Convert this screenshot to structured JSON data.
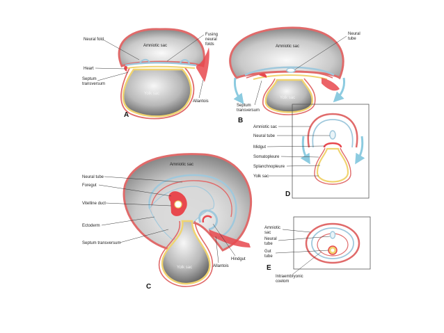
{
  "panel_a": {
    "letter": "A",
    "neural_fold": "Neural fold",
    "amniotic_sac": "Amniotic sac",
    "fusing_neural_folds": [
      "Fusing",
      "neural",
      "folds"
    ],
    "heart": "Heart",
    "septum_transversum": [
      "Septum",
      "transversum"
    ],
    "yolk_sac": "Yolk sac",
    "allantois": "Allantois"
  },
  "panel_b": {
    "letter": "B",
    "amniotic_sac": "Amniotic sac",
    "neural_tube": [
      "Neural",
      "tube"
    ],
    "yolk_sac": "Yolk sac",
    "septum_transversum": [
      "Septum",
      "transversum"
    ]
  },
  "panel_c": {
    "letter": "C",
    "amniotic_sac": "Amniotic sac",
    "neural_tube": "Neural tube",
    "foregut": "Foregut",
    "vitelline_duct": "Vitelline duct",
    "ectoderm": "Ectoderm",
    "septum_transversum": "Septum transversum",
    "yolk_sac": "Yolk sac",
    "allantois": "Allantois",
    "hindgut": "Hindgut"
  },
  "panel_d": {
    "letter": "D",
    "amniotic_sac": "Amniotic sac",
    "neural_tube": "Neural tube",
    "midgut": "Midgut",
    "somatopleure": "Somatopleure",
    "splanchnopleure": "Splanchnopleure",
    "yolk_sac": "Yolk sac"
  },
  "panel_e": {
    "letter": "E",
    "amniotic_sac": [
      "Amniotic",
      "sac"
    ],
    "neural_tube": [
      "Neural",
      "tube"
    ],
    "gut_tube": [
      "Gut",
      "tube"
    ],
    "intraembryonic_coelom": [
      "Intraembryonic",
      "coelom"
    ]
  },
  "colors": {
    "ectoderm": "#e06a6a",
    "neural": "#9fc8dc",
    "endoderm": "#f0d470",
    "heart": "#e8484e",
    "arrow": "#8ccbe0",
    "gray_dark": "#555555",
    "gray_light": "#e6e6e6"
  }
}
